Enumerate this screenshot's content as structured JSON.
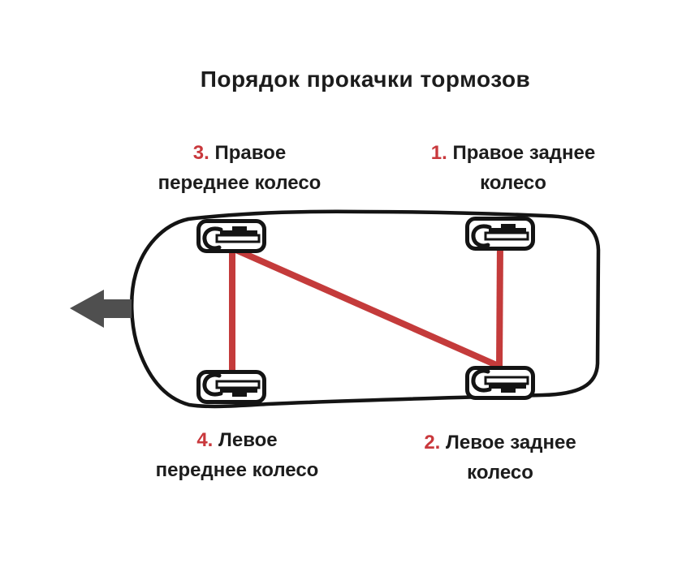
{
  "title": "Порядок прокачки тормозов",
  "labels": {
    "right_front": {
      "number": "3.",
      "line1": "Правое",
      "line2": "переднее колесо"
    },
    "right_rear": {
      "number": "1.",
      "line1": "Правое заднее",
      "line2": "колесо"
    },
    "left_front": {
      "number": "4.",
      "line1": "Левое",
      "line2": "переднее колесо"
    },
    "left_rear": {
      "number": "2.",
      "line1": "Левое заднее",
      "line2": "колесо"
    }
  },
  "sequence_lines": [
    {
      "from": "1",
      "to": "2"
    },
    {
      "from": "2",
      "to": "3"
    },
    {
      "from": "3",
      "to": "4"
    }
  ],
  "icons": {
    "front_arrow": "left-block-arrow",
    "wheel": "brake-caliper-top-view"
  },
  "colors": {
    "accent_red": "#c43b3b",
    "number_red": "#c9383c",
    "outline_black": "#141414",
    "arrow_gray": "#4f4f4f",
    "text_black": "#1c1c1c"
  }
}
